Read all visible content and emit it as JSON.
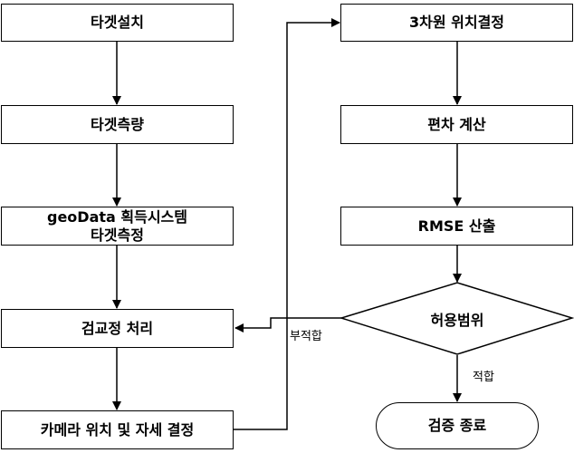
{
  "nodes": {
    "target_install": "타겟설치",
    "target_survey": "타겟측량",
    "geodata_line1": "geoData 획득시스템",
    "geodata_line2": "타겟측정",
    "check_process": "검교정 처리",
    "camera_decision": "카메라 위치 및 자세 결정",
    "position_3d": "3차원 위치결정",
    "deviation_calc": "편차 계산",
    "rmse_calc": "RMSE 산출",
    "tolerance": "허용범위",
    "check_end": "검증 종료"
  },
  "edges": {
    "fail_label": "부적합",
    "pass_label": "적합"
  },
  "colors": {
    "stroke": "#000000",
    "fill": "#ffffff"
  }
}
